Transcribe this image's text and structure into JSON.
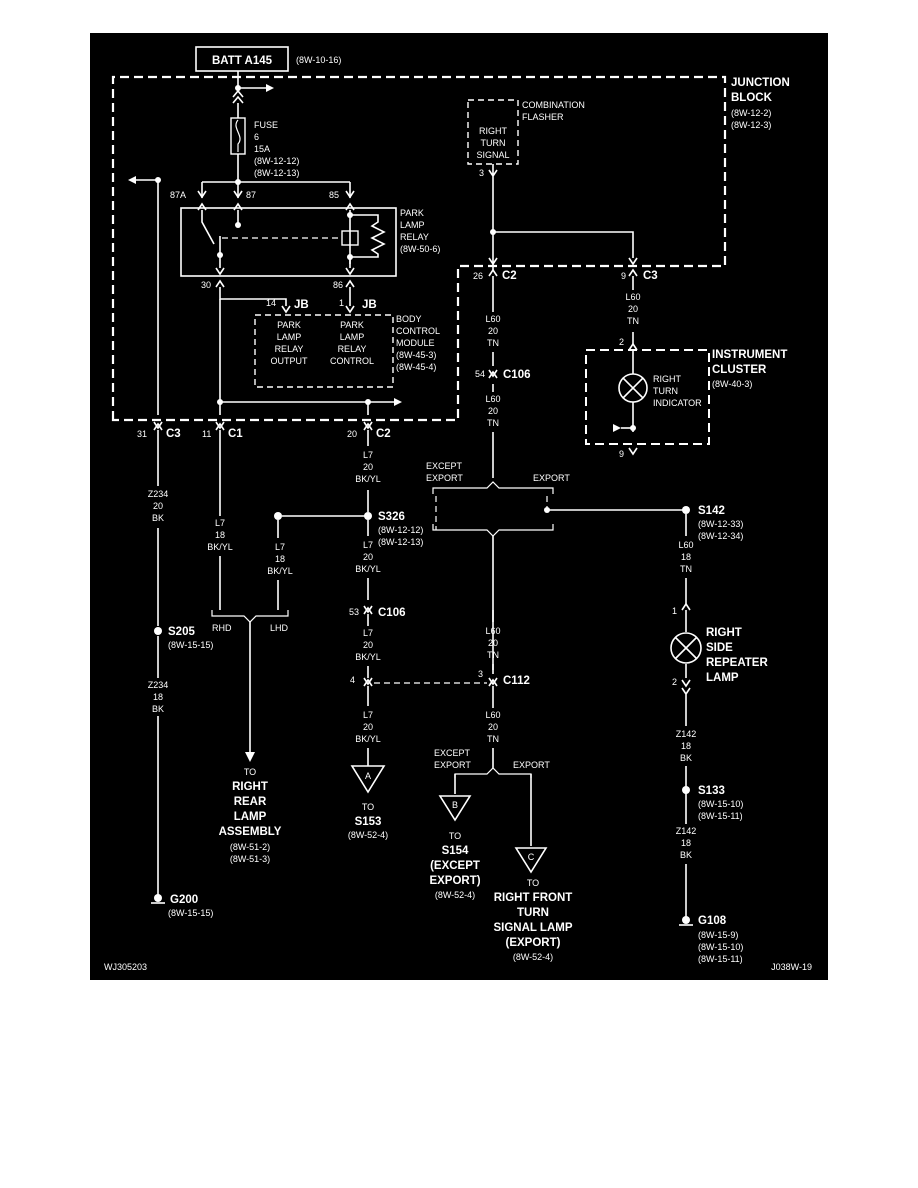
{
  "header": {
    "batt_label": "BATT A145",
    "batt_ref": "(8W-10-16)"
  },
  "junction_block": {
    "label1": "JUNCTION",
    "label2": "BLOCK",
    "ref1": "(8W-12-2)",
    "ref2": "(8W-12-3)"
  },
  "fuse": {
    "label": "FUSE",
    "number": "6",
    "rating": "15A",
    "ref1": "(8W-12-12)",
    "ref2": "(8W-12-13)"
  },
  "relay": {
    "line1": "PARK",
    "line2": "LAMP",
    "line3": "RELAY",
    "ref": "(8W-50-6)",
    "pin87a": "87A",
    "pin87": "87",
    "pin85": "85",
    "pin30": "30",
    "pin86": "86"
  },
  "flasher": {
    "title1": "COMBINATION",
    "title2": "FLASHER",
    "in1": "RIGHT",
    "in2": "TURN",
    "in3": "SIGNAL",
    "pin": "3"
  },
  "bcm": {
    "pin14": "14",
    "pin1": "1",
    "jb": "JB",
    "out1": "PARK",
    "out2": "LAMP",
    "out3": "RELAY",
    "out4": "OUTPUT",
    "ctl1": "PARK",
    "ctl2": "LAMP",
    "ctl3": "RELAY",
    "ctl4": "CONTROL",
    "title1": "BODY",
    "title2": "CONTROL",
    "title3": "MODULE",
    "ref1": "(8W-45-3)",
    "ref2": "(8W-45-4)"
  },
  "connectors": {
    "c2_top_pin": "26",
    "c2": "C2",
    "c3_top_pin": "9",
    "c3": "C3",
    "c3_bot_pin": "31",
    "c1_pin": "11",
    "c1": "C1",
    "c2_bot_pin": "20",
    "c106_top_pin": "54",
    "c106": "C106",
    "c106_low_pin": "53",
    "c112_left_pin": "4",
    "c112_right_pin": "3",
    "c112": "C112"
  },
  "cluster": {
    "title1": "INSTRUMENT",
    "title2": "CLUSTER",
    "ref": "(8W-40-3)",
    "lamp1": "RIGHT",
    "lamp2": "TURN",
    "lamp3": "INDICATOR",
    "pin_top": "2",
    "pin_bot": "9"
  },
  "wires": {
    "L60": "L60",
    "L7": "L7",
    "Z234": "Z234",
    "Z142": "Z142",
    "g20": "20",
    "g18": "18",
    "TN": "TN",
    "BKYL": "BK/YL",
    "BK": "BK"
  },
  "options": {
    "except1": "EXCEPT",
    "except2": "EXPORT",
    "export": "EXPORT",
    "rhd": "RHD",
    "lhd": "LHD"
  },
  "splices": {
    "s326": "S326",
    "s326_ref1": "(8W-12-12)",
    "s326_ref2": "(8W-12-13)",
    "s142": "S142",
    "s142_ref1": "(8W-12-33)",
    "s142_ref2": "(8W-12-34)",
    "s205": "S205",
    "s205_ref": "(8W-15-15)",
    "s133": "S133",
    "s133_ref1": "(8W-15-10)",
    "s133_ref2": "(8W-15-11)"
  },
  "repeater": {
    "l1": "RIGHT",
    "l2": "SIDE",
    "l3": "REPEATER",
    "l4": "LAMP",
    "pin1": "1",
    "pin2": "2"
  },
  "destinations": {
    "to": "TO",
    "rear1": "RIGHT",
    "rear2": "REAR",
    "rear3": "LAMP",
    "rear4": "ASSEMBLY",
    "rear_ref1": "(8W-51-2)",
    "rear_ref2": "(8W-51-3)",
    "a": "A",
    "s153": "S153",
    "s153_ref": "(8W-52-4)",
    "b": "B",
    "s154": "S154",
    "s154_l2": "(EXCEPT",
    "s154_l3": "EXPORT)",
    "s154_ref": "(8W-52-4)",
    "c": "C",
    "front1": "RIGHT FRONT",
    "front2": "TURN",
    "front3": "SIGNAL LAMP",
    "front4": "(EXPORT)",
    "front_ref": "(8W-52-4)"
  },
  "grounds": {
    "g200": "G200",
    "g200_ref": "(8W-15-15)",
    "g108": "G108",
    "g108_ref1": "(8W-15-9)",
    "g108_ref2": "(8W-15-10)",
    "g108_ref3": "(8W-15-11)"
  },
  "footer": {
    "left_code": "WJ305203",
    "right_code": "J038W-19"
  }
}
